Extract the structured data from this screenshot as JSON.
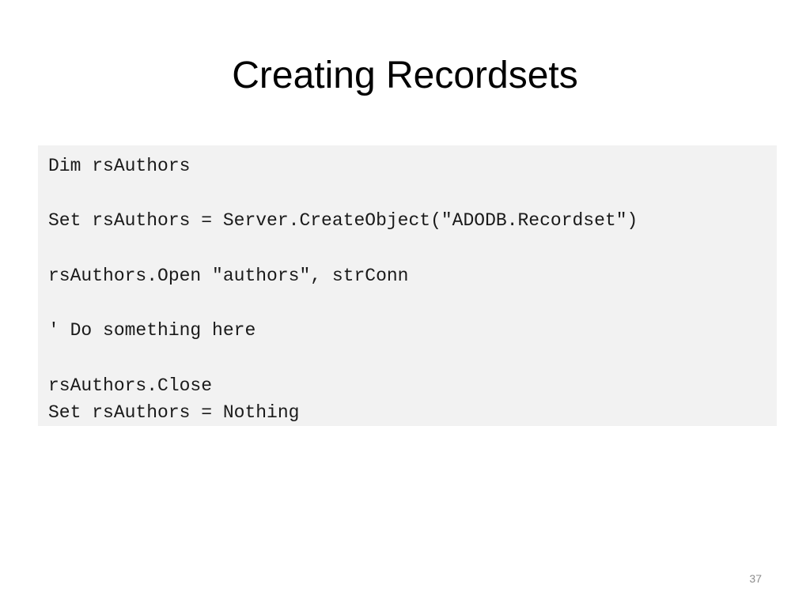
{
  "slide": {
    "title": "Creating Recordsets",
    "page_number": "37"
  },
  "code": {
    "lines": [
      "Dim rsAuthors",
      "Set rsAuthors = Server.CreateObject(\"ADODB.Recordset\")",
      "rsAuthors.Open \"authors\", strConn",
      "' Do something here",
      "rsAuthors.Close",
      "Set rsAuthors = Nothing"
    ]
  }
}
